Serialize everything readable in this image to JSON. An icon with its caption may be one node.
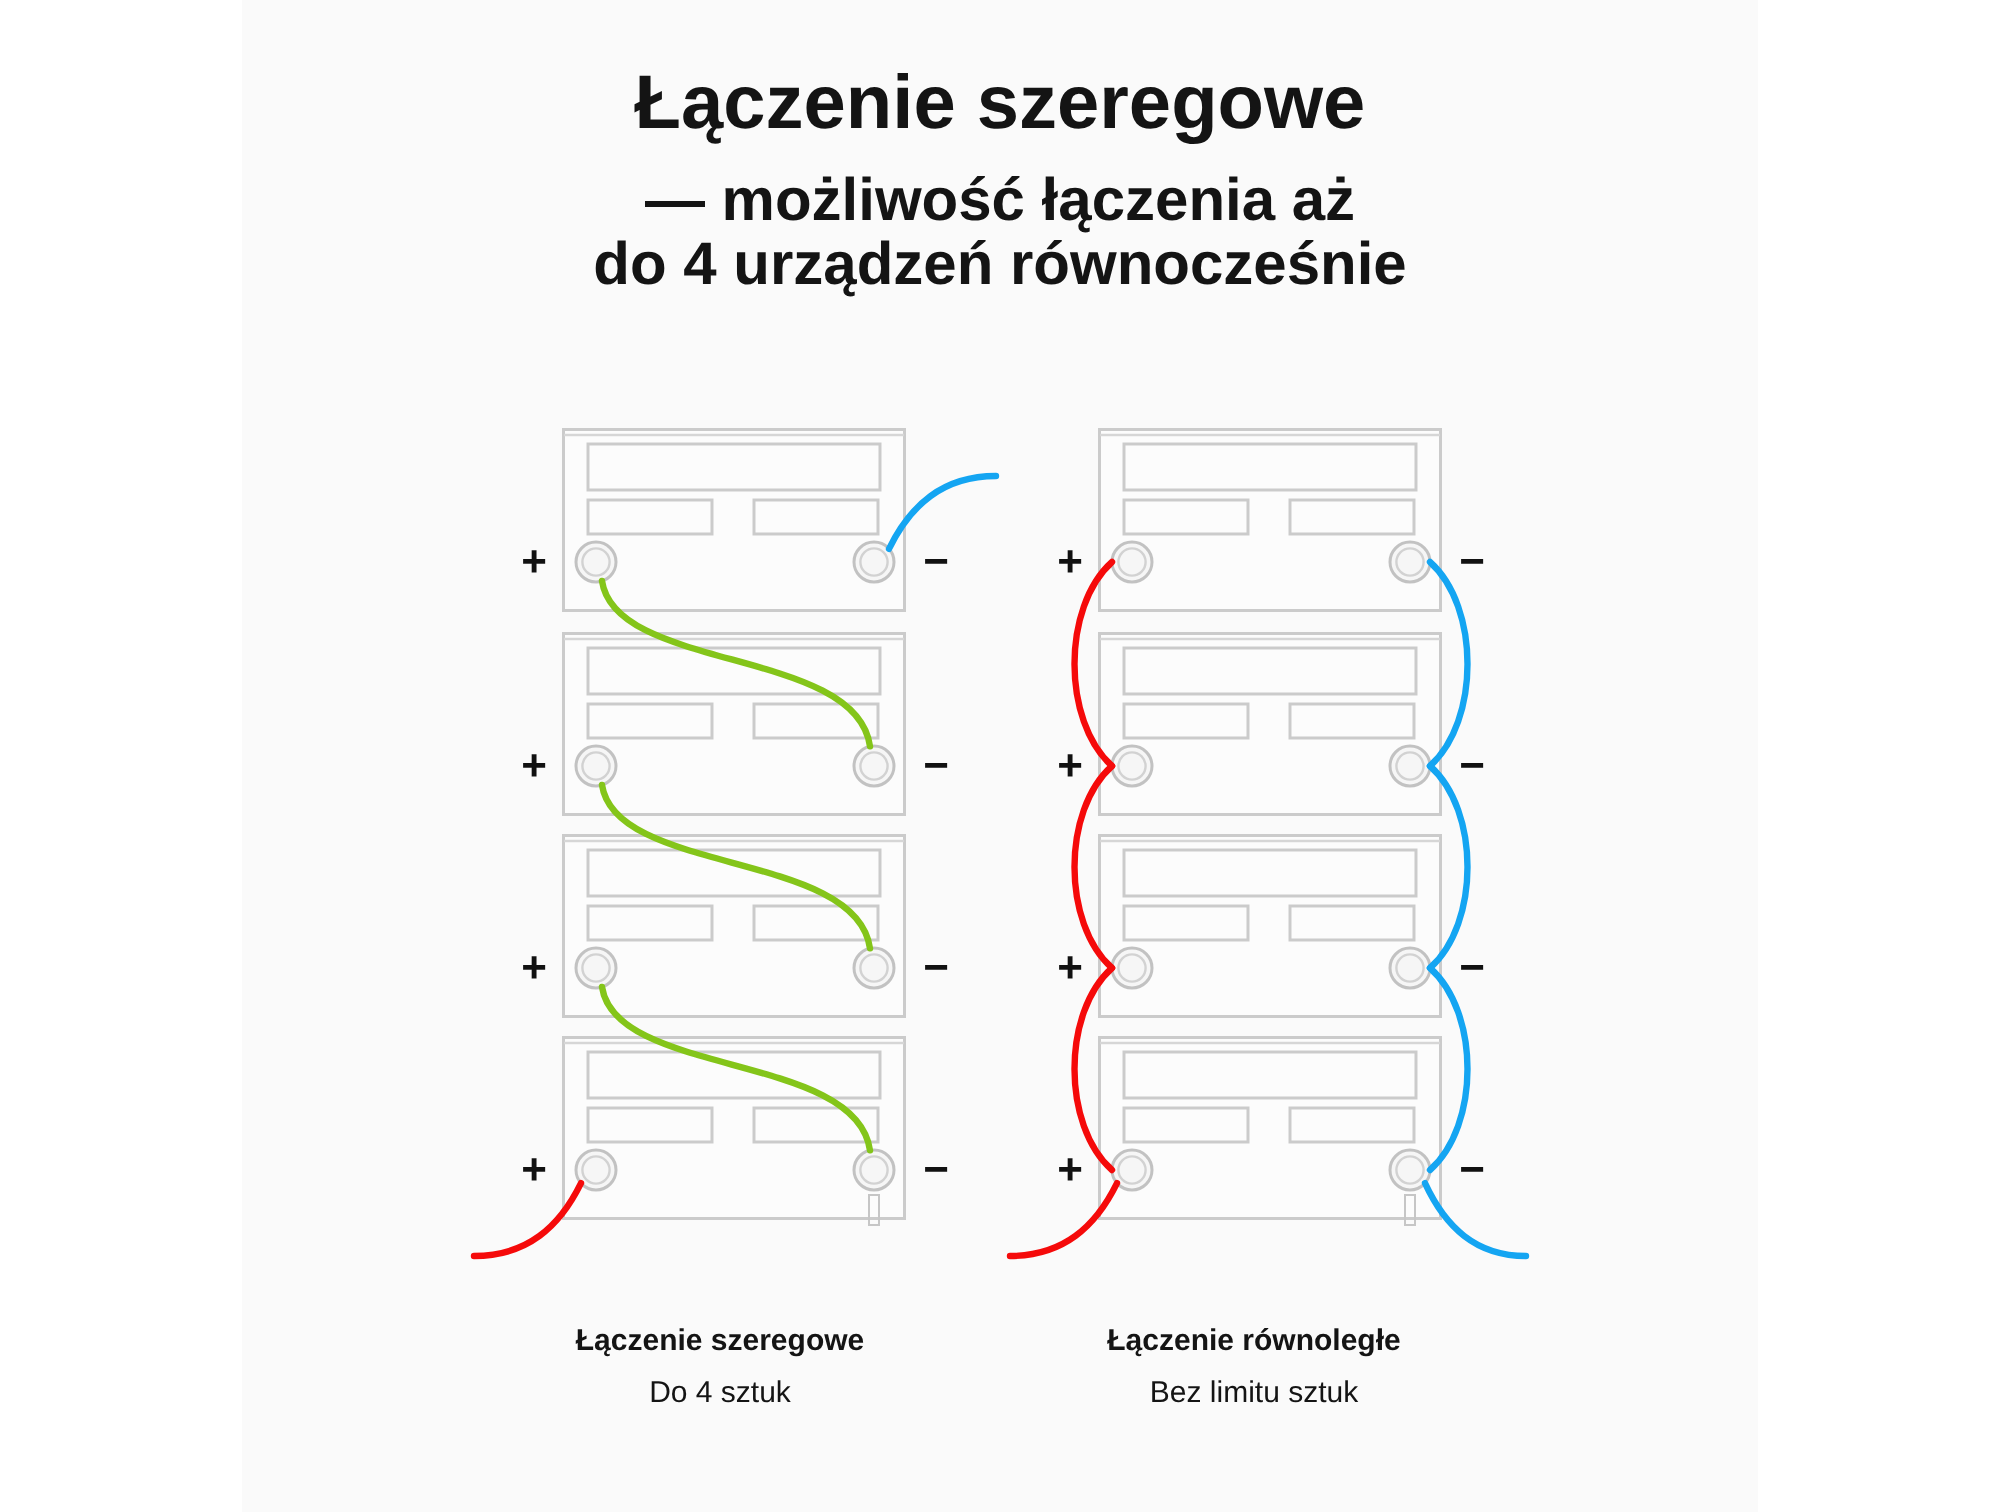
{
  "diagram": {
    "title": "Łączenie szeregowe",
    "nodes": [
      {
        "text": [],
        "shape": "box"
      },
      {
        "text": [],
        "shape": "circle",
        "in": 0,
        "beside": [
          "+"
        ]
      },
      {
        "text": [],
        "shape": "circle",
        "in": 0,
        "beside": [
          "−"
        ]
      },
      {
        "text": [],
        "shape": "box"
      },
      {
        "text": [],
        "shape": "circle",
        "in": 3,
        "beside": [
          "+"
        ]
      },
      {
        "text": [],
        "shape": "circle",
        "in": 3,
        "beside": [
          "−"
        ]
      },
      {
        "text": [],
        "shape": "box"
      },
      {
        "text": [],
        "shape": "circle",
        "in": 6,
        "beside": [
          "+"
        ]
      },
      {
        "text": [],
        "shape": "circle",
        "in": 6,
        "beside": [
          "−"
        ]
      },
      {
        "text": [],
        "shape": "box"
      },
      {
        "text": [],
        "shape": "circle",
        "in": 9,
        "beside": [
          "+"
        ]
      },
      {
        "text": [],
        "shape": "circle",
        "in": 9,
        "beside": [
          "−"
        ]
      },
      {
        "text": [],
        "shape": "box"
      },
      {
        "text": [],
        "shape": "circle",
        "in": 12,
        "beside": [
          "+"
        ]
      },
      {
        "text": [],
        "shape": "circle",
        "in": 12,
        "beside": [
          "−"
        ]
      },
      {
        "text": [],
        "shape": "box"
      },
      {
        "text": [],
        "shape": "circle",
        "in": 15,
        "beside": [
          "+"
        ]
      },
      {
        "text": [],
        "shape": "circle",
        "in": 15,
        "beside": [
          "−"
        ]
      },
      {
        "text": [],
        "shape": "box"
      },
      {
        "text": [],
        "shape": "circle",
        "in": 18,
        "beside": [
          "+"
        ]
      },
      {
        "text": [],
        "shape": "circle",
        "in": 18,
        "beside": [
          "−"
        ]
      },
      {
        "text": [],
        "shape": "box"
      },
      {
        "text": [],
        "shape": "circle",
        "in": 21,
        "beside": [
          "+"
        ]
      },
      {
        "text": [],
        "shape": "circle",
        "in": 21,
        "beside": [
          "−"
        ]
      }
    ],
    "edges": [
      {
        "from": 2,
        "to": null,
        "arrow": "none",
        "color": "#14a5f2"
      },
      {
        "from": 1,
        "to": 5,
        "arrow": "none",
        "color": "#84c51a"
      },
      {
        "from": 4,
        "to": 8,
        "arrow": "none",
        "color": "#84c51a"
      },
      {
        "from": 7,
        "to": 11,
        "arrow": "none",
        "color": "#84c51a"
      },
      {
        "from": 10,
        "to": null,
        "arrow": "none",
        "color": "#f50a0a"
      },
      {
        "from": 13,
        "to": 16,
        "arrow": "none",
        "color": "#f50a0a"
      },
      {
        "from": 16,
        "to": 19,
        "arrow": "none",
        "color": "#f50a0a"
      },
      {
        "from": 19,
        "to": 22,
        "arrow": "none",
        "color": "#f50a0a"
      },
      {
        "from": 22,
        "to": null,
        "arrow": "none",
        "color": "#f50a0a"
      },
      {
        "from": 14,
        "to": 17,
        "arrow": "none",
        "color": "#14a5f2"
      },
      {
        "from": 17,
        "to": 20,
        "arrow": "none",
        "color": "#14a5f2"
      },
      {
        "from": 20,
        "to": 23,
        "arrow": "none",
        "color": "#14a5f2"
      },
      {
        "from": 23,
        "to": null,
        "arrow": "none",
        "color": "#14a5f2"
      }
    ],
    "labels": [
      "— możliwość łączenia aż do 4 urządzeń równocześnie",
      "Łączenie szeregowe",
      "Do 4 sztuk",
      "Łączenie równoległe",
      "Bez limitu sztuk"
    ]
  }
}
